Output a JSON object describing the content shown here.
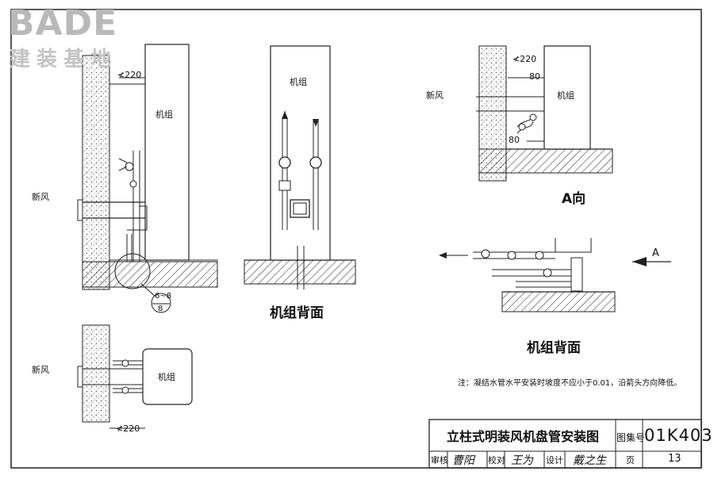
{
  "logo": {
    "brand": "BADE",
    "tagline": "建装基地"
  },
  "labels": {
    "fresh_air": "新风",
    "unit": "机组",
    "dim_220": "≮220",
    "dim_80": "80",
    "slope": "6~8",
    "slope_den": "8",
    "view_a": "A向",
    "arrow_a": "A"
  },
  "captions": {
    "back_view_1": "机组背面",
    "back_view_2": "机组背面"
  },
  "note": "注：凝结水管水平安装时坡度不应小于0.01，沿箭头方向降低。",
  "title_block": {
    "title": "立柱式明装风机盘管安装图",
    "atlas_label": "图集号",
    "atlas_number": "01K403",
    "review_label": "审核",
    "review_sign": "曹阳",
    "check_label": "校对",
    "check_sign": "王为",
    "design_label": "设计",
    "design_sign": "戴之生",
    "page_label": "页",
    "page_number": "13"
  }
}
